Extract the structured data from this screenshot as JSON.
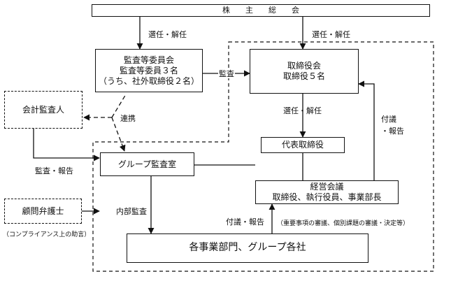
{
  "diagram": {
    "shareholders_meeting": "株　　主　　総　　会",
    "audit_committee": {
      "line1": "監査等委員会",
      "line2": "監査等委員３名",
      "line3": "（うち、社外取締役２名）"
    },
    "board": {
      "line1": "取締役会",
      "line2": "取締役５名"
    },
    "accounting_auditor": "会計監査人",
    "representative_director": "代表取締役",
    "group_audit_office": "グループ監査室",
    "management_meeting": {
      "line1": "経営会議",
      "line2": "取締役、執行役員、事業部長"
    },
    "legal_advisor": "顧問弁護士",
    "legal_advisor_note": "（コンプライアンス上の助言）",
    "divisions": "各事業部門、グループ各社",
    "labels": {
      "elect_dismiss_left": "選任・解任",
      "elect_dismiss_right": "選任・解任",
      "audit": "監査",
      "cooperation": "連携",
      "elect_dismiss_mid": "選任・解任",
      "report_up": "付議\n・報告",
      "audit_report": "監査・報告",
      "internal_audit": "内部監査",
      "report_bottom": "付議・報告",
      "report_note": "（重要事項の審議、個別課題の審議・決定等）"
    }
  }
}
